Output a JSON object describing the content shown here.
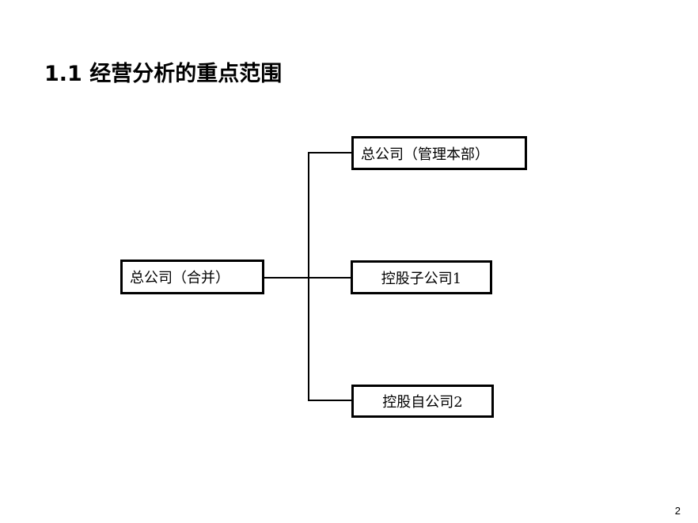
{
  "title": "1.1  经营分析的重点范围",
  "diagram": {
    "root": "总公司（合并）",
    "children": [
      "总公司（管理本部）",
      "控股子公司1",
      "控股自公司2"
    ]
  },
  "page_number": "2"
}
